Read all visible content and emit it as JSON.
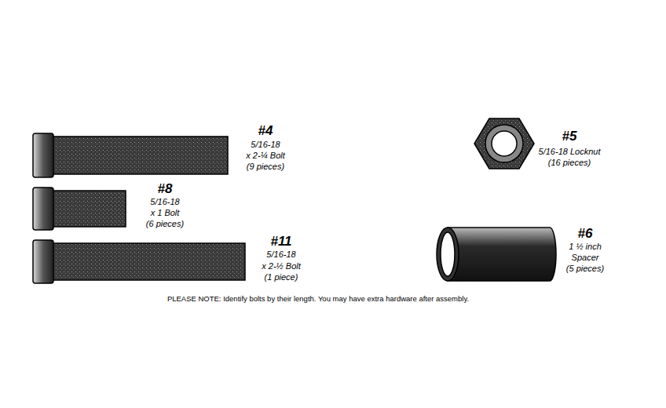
{
  "diagram": {
    "labels": [
      "#4",
      "5/16-18",
      "x 2-¼ Bolt",
      "(9 pieces)",
      "#8",
      "5/16-18",
      "x 1 Bolt",
      "(6 pieces)",
      "#11",
      "5/16-18",
      "x 2-½ Bolt",
      "(1 piece)",
      "#5",
      "5/16-18 Locknut",
      "(16 pieces)",
      "#6",
      "1 ½ inch",
      "Spacer",
      "(5 pieces)",
      "PLEASE NOTE: Identify bolts by their length. You may have extra hardware after assembly."
    ]
  }
}
